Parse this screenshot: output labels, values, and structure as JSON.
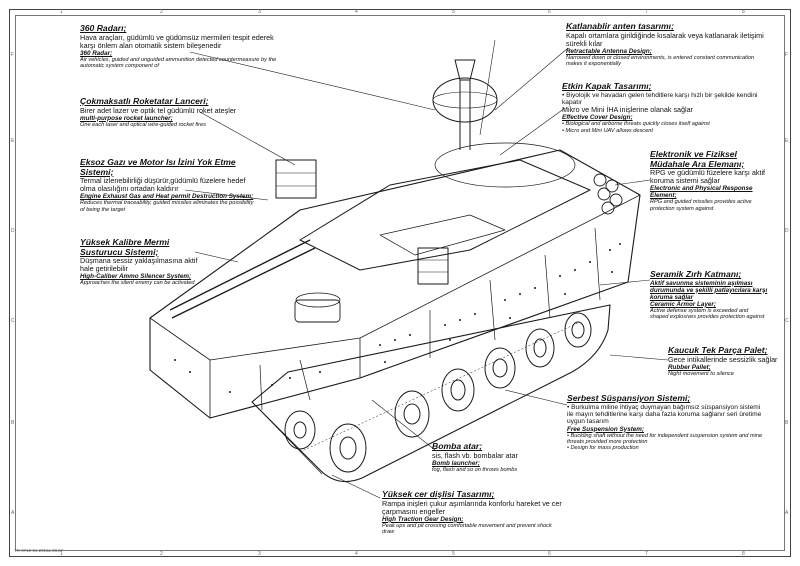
{
  "callouts": {
    "radar": {
      "title": "360    Radarı;",
      "tr": "Hava araçları, güdümlü ve güdümsüz mermileri tespit ederek karşı önlem alan otomatik sistem bileşenedir",
      "en_title": "360    Radar;",
      "en": "Air vehicles, guided and unguided ammunition detected countermeasure by the automatic system component of"
    },
    "rocket": {
      "title": "Çokmaksatlı Roketatar Lanceri;",
      "tr": "Birer adet lazer ve optik tel güdümlü roket ateşler",
      "en_title": "multi-purpose rocket launcher;",
      "en": "One each laser and optical wire-guided rocket fires"
    },
    "exhaust": {
      "title": "Eksoz Gazı ve Motor Isı İzini Yok Etme Sistemi;",
      "tr": "Termal izlenebilirliği düşürür,güdümlü füzelere hedef olma olasılığını ortadan kaldırır",
      "en_title": "Engine Exhaust Gas and Heat permit Destruction System;",
      "en": "Reduces thermal traceability, guided missiles eliminates the possibility of being the target"
    },
    "silencer": {
      "title": "Yüksek Kalibre Mermi Susturucu Sistemi;",
      "tr": "Düşmana sessiz yaklaşılmasına aktif hale getirilebilir",
      "en_title": "High-Caliber Ammo Silencer System;",
      "en": "Approaches the silent enemy can be activated"
    },
    "antenna": {
      "title": "Katlanablir anten tasarımı;",
      "tr": "Kapalı ortamlara girildiğinde kısalarak veya katlanarak iletişimi sürekli kılar",
      "en_title": "Retractable Antenna Design;",
      "en": "Narrowed down or closed environments, is entered constant communication makes it exponentially"
    },
    "hatch": {
      "title": "Etkin Kapak Tasarımı;",
      "bullets": [
        "Biyolojik ve havadan gelen tehditlere karşı hızlı bir şekilde kendini kapatır",
        "Mikro ve Mini İHA inişlerine olanak sağlar"
      ],
      "en_title": "Effective Cover Design;",
      "en_bullets": [
        "Biological and airborne threats quickly closes itself against",
        "Micro and Mini UAV allows descent"
      ]
    },
    "ewar": {
      "title": "Elektronik ve Fiziksel Müdahale Ara Elemanı;",
      "tr": "RPG ve güdümlü füzelere karşı aktif koruma sistemi sağlar",
      "en_title": "Electronic and Physical Response Element;",
      "en": "RPG and guided missiles provides active protection system against"
    },
    "armor": {
      "title": "Seramik Zırh Katmanı;",
      "tr": "Aktif savunma sisteminin aşılması durumunda ve şekilli patlayıcılara karşı koruma sağlar",
      "en_title": "Ceramic Armor Layer;",
      "en": "Active defense system is exceeded and shaped explosives provides protection against"
    },
    "pallet": {
      "title": "Kaucuk Tek Parça Palet;",
      "tr": "Gece intikallerinde sessizlik sağlar",
      "en_title": "Rubber Pallet;",
      "en": "Night movement to silence"
    },
    "suspension": {
      "title": "Serbest Süspansiyon Sistemi;",
      "bullets": [
        "Burkulma miline ihtiyaç duymayan bağımsız süspansiyon sistemi ile mayın tehditlerine karşı daha fazla koruma sağlanır seri üretime uygun tasarım"
      ],
      "en_title": "Free Suspension System;",
      "en_bullets": [
        "Buckling shaft without the need for independent suspension system and mine threats provided more protection",
        "Design for mass production"
      ]
    },
    "bomb": {
      "title": "Bomba atar;",
      "tr": "sis, flash vb. bombalar atar",
      "en_title": "Bomb launcher;",
      "en": "fog, flash and so on  throws bombs"
    },
    "gear": {
      "title": "Yüksek cer dişlisi Tasarımı;",
      "tr": "Rampa inişleri çukur aşımlarında konforlu hareket ve cer çarpmasını engeller",
      "en_title": "High Traction Gear Design;",
      "en": "Peak ups and pit crossing comfortable movement and prevent shock draw"
    }
  },
  "drawing_ref": "TR-0718-01 2016a 08.07",
  "grid_letters": [
    "F",
    "E",
    "D",
    "C",
    "B",
    "A"
  ],
  "grid_numbers": [
    "1",
    "2",
    "3",
    "4",
    "5",
    "6",
    "7",
    "8"
  ],
  "colors": {
    "line": "#1a1a1a",
    "frame": "#444444"
  }
}
